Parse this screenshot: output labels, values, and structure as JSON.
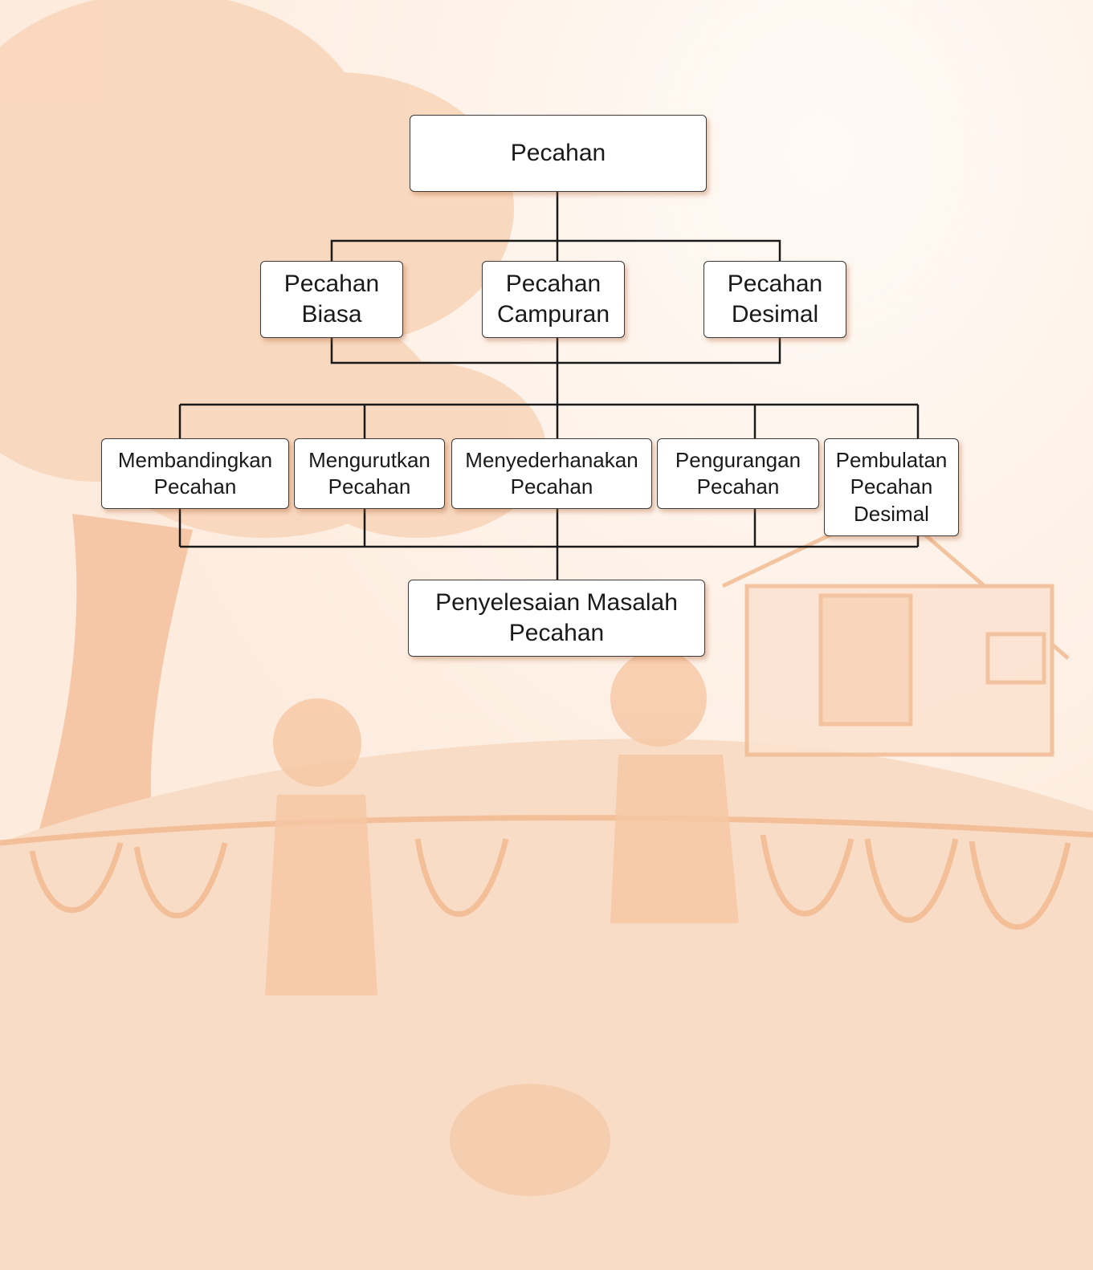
{
  "diagram": {
    "root": {
      "lines": [
        "Pecahan"
      ]
    },
    "level1": [
      {
        "lines": [
          "Pecahan",
          "Biasa"
        ]
      },
      {
        "lines": [
          "Pecahan",
          "Campuran"
        ]
      },
      {
        "lines": [
          "Pecahan",
          "Desimal"
        ]
      }
    ],
    "level2": [
      {
        "lines": [
          "Membandingkan",
          "Pecahan"
        ]
      },
      {
        "lines": [
          "Mengurutkan",
          "Pecahan"
        ]
      },
      {
        "lines": [
          "Menyederhanakan",
          "Pecahan"
        ]
      },
      {
        "lines": [
          "Pengurangan",
          "Pecahan"
        ]
      },
      {
        "lines": [
          "Pembulatan",
          "Pecahan",
          "Desimal"
        ]
      }
    ],
    "final": {
      "lines": [
        "Penyelesaian Masalah",
        "Pecahan"
      ]
    }
  },
  "colors": {
    "background": "#fdebdd",
    "illustration": "#f6c9a6",
    "connector": "#1a1a1a",
    "node_fill": "#ffffff"
  }
}
